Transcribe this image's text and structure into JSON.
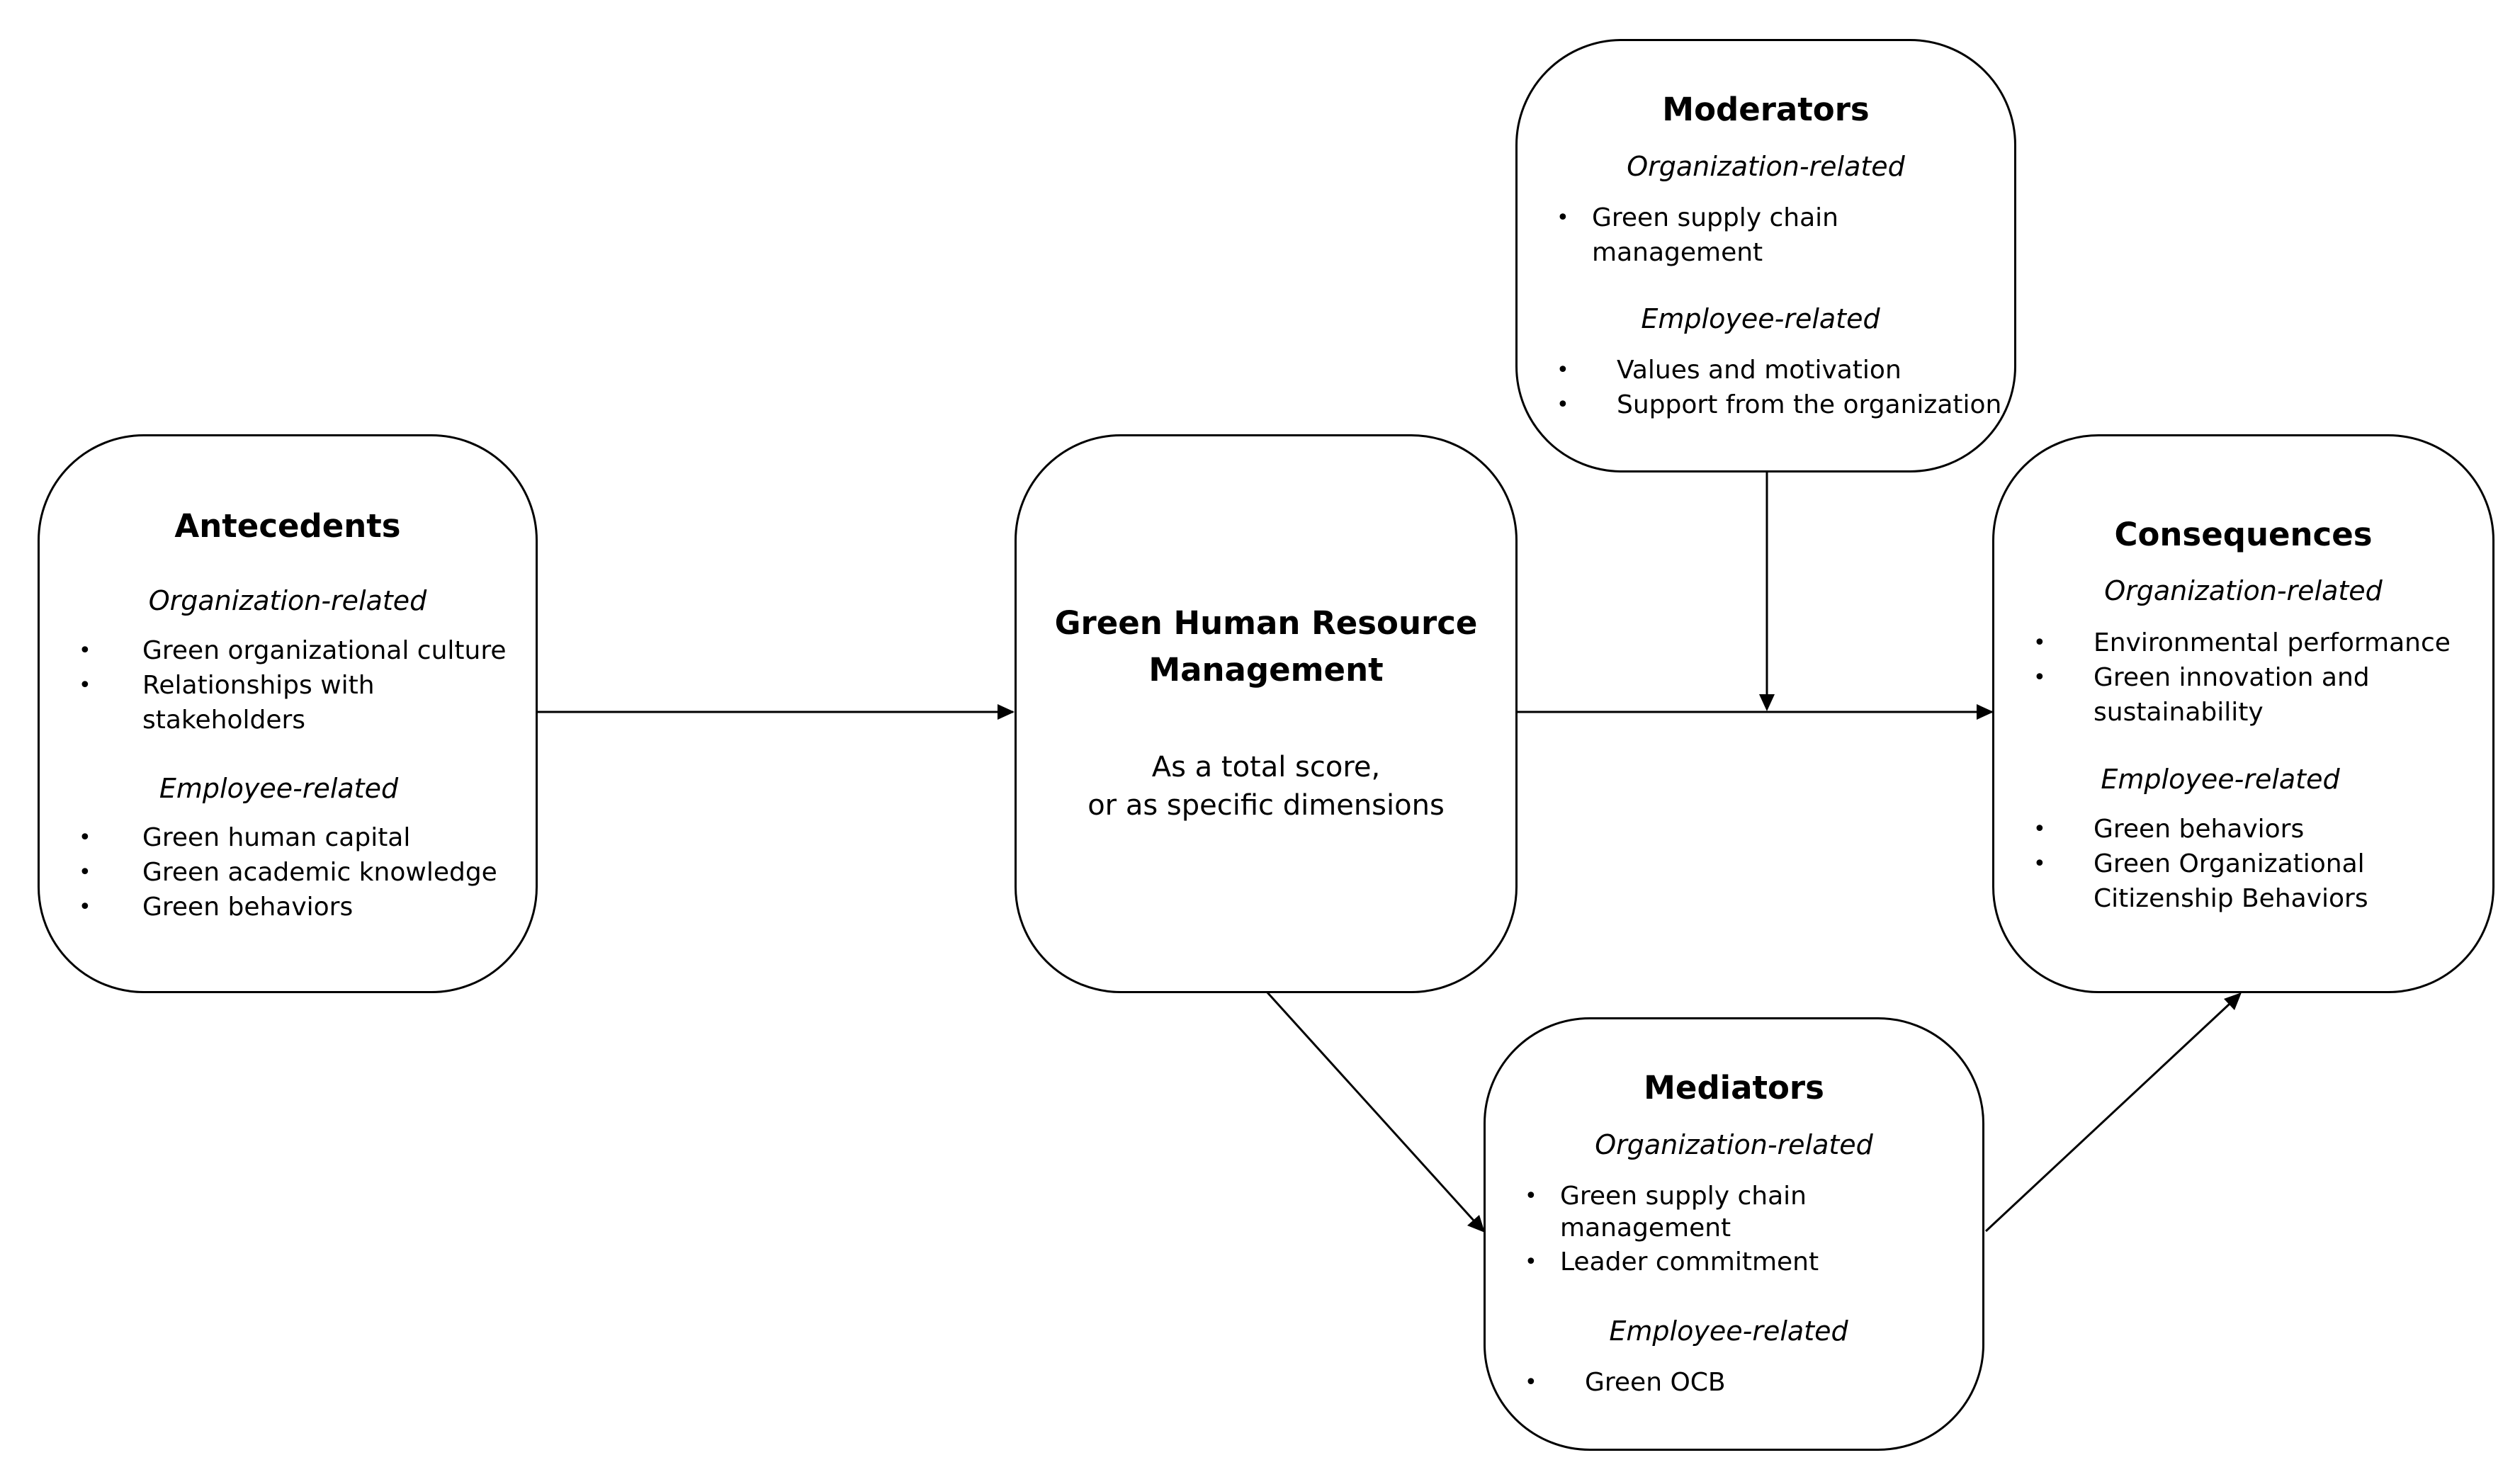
{
  "antecedents": {
    "title": "Antecedents",
    "org_heading": "Organization-related",
    "org_items": [
      "Green organizational culture",
      "Relationships with",
      "stakeholders"
    ],
    "emp_heading": "Employee-related",
    "emp_items": [
      "Green human capital",
      "Green academic knowledge",
      "Green behaviors"
    ]
  },
  "ghrm": {
    "title_line1": "Green Human Resource",
    "title_line2": "Management",
    "desc_line1": "As a total score,",
    "desc_line2": "or as specific dimensions"
  },
  "moderators": {
    "title": "Moderators",
    "org_heading": "Organization-related",
    "org_items": [
      "Green supply chain",
      "management"
    ],
    "emp_heading": "Employee-related",
    "emp_items": [
      "Values and motivation",
      "Support from the organization"
    ]
  },
  "consequences": {
    "title": "Consequences",
    "org_heading": "Organization-related",
    "org_items": [
      "Environmental performance",
      "Green innovation and",
      "sustainability"
    ],
    "emp_heading": "Employee-related",
    "emp_items": [
      "Green behaviors",
      "Green Organizational",
      "Citizenship Behaviors"
    ]
  },
  "mediators": {
    "title": "Mediators",
    "org_heading": "Organization-related",
    "org_items": [
      "Green supply chain",
      "management",
      "Leader commitment"
    ],
    "emp_heading": "Employee-related",
    "emp_items": [
      "Green OCB"
    ]
  },
  "bullet_symbol": "•"
}
